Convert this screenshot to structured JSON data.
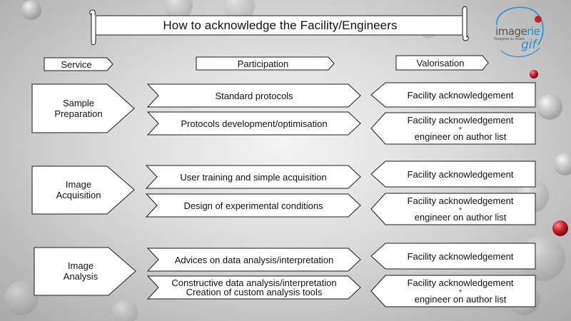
{
  "title": "How to acknowledge the Facility/Engineers",
  "headers": {
    "service": "Service",
    "participation": "Participation",
    "valorisation": "Valorisation"
  },
  "logo": {
    "name_part1": "image",
    "name_part2": "rie",
    "tagline": "l'imagerie au vivant",
    "sub": "gif"
  },
  "rows": [
    {
      "service": [
        "Sample",
        "Preparation"
      ],
      "participation": [
        [
          "Standard protocols"
        ],
        [
          "Protocols development/optimisation"
        ]
      ],
      "valorisation": [
        {
          "line1": "Facility acknowledgement"
        },
        {
          "line1": "Facility acknowledgement",
          "plus": "+",
          "line2": "engineer on author list"
        }
      ]
    },
    {
      "service": [
        "Image",
        "Acquisition"
      ],
      "participation": [
        [
          "User training and simple acquisition"
        ],
        [
          "Design of experimental conditions"
        ]
      ],
      "valorisation": [
        {
          "line1": "Facility acknowledgement"
        },
        {
          "line1": "Facility acknowledgement",
          "plus": "+",
          "line2": "engineer on author list"
        }
      ]
    },
    {
      "service": [
        "Image",
        "Analysis"
      ],
      "participation": [
        [
          "Advices on data analysis/interpretation"
        ],
        [
          "Constructive data analysis/interpretation",
          "Creation of custom analysis tools"
        ]
      ],
      "valorisation": [
        {
          "line1": "Facility acknowledgement"
        },
        {
          "line1": "Facility acknowledgement",
          "plus": "+",
          "line2": "engineer on author list"
        }
      ]
    }
  ],
  "colors": {
    "shape_fill": "#ffffff",
    "shape_stroke": "#1a1a1a",
    "logo_blue": "#1f8fd8",
    "bubble_red": "#c4202a"
  }
}
